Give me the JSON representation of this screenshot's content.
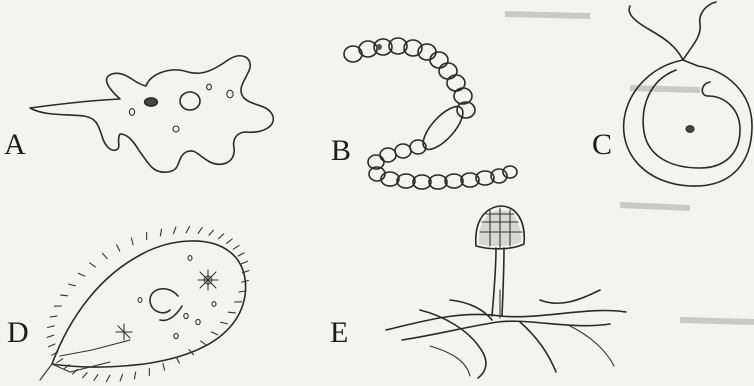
{
  "labels": {
    "a": "A",
    "b": "B",
    "c": "C",
    "d": "D",
    "e": "E"
  },
  "organisms": {
    "a": "amoeba-drawing",
    "b": "bead-chain-filament-drawing",
    "c": "flagellate-cell-drawing",
    "d": "ciliate-cell-drawing",
    "e": "fungus-sporangium-drawing"
  },
  "colors": {
    "paper": "#f3f3f1",
    "ink": "#2a2a2a"
  }
}
